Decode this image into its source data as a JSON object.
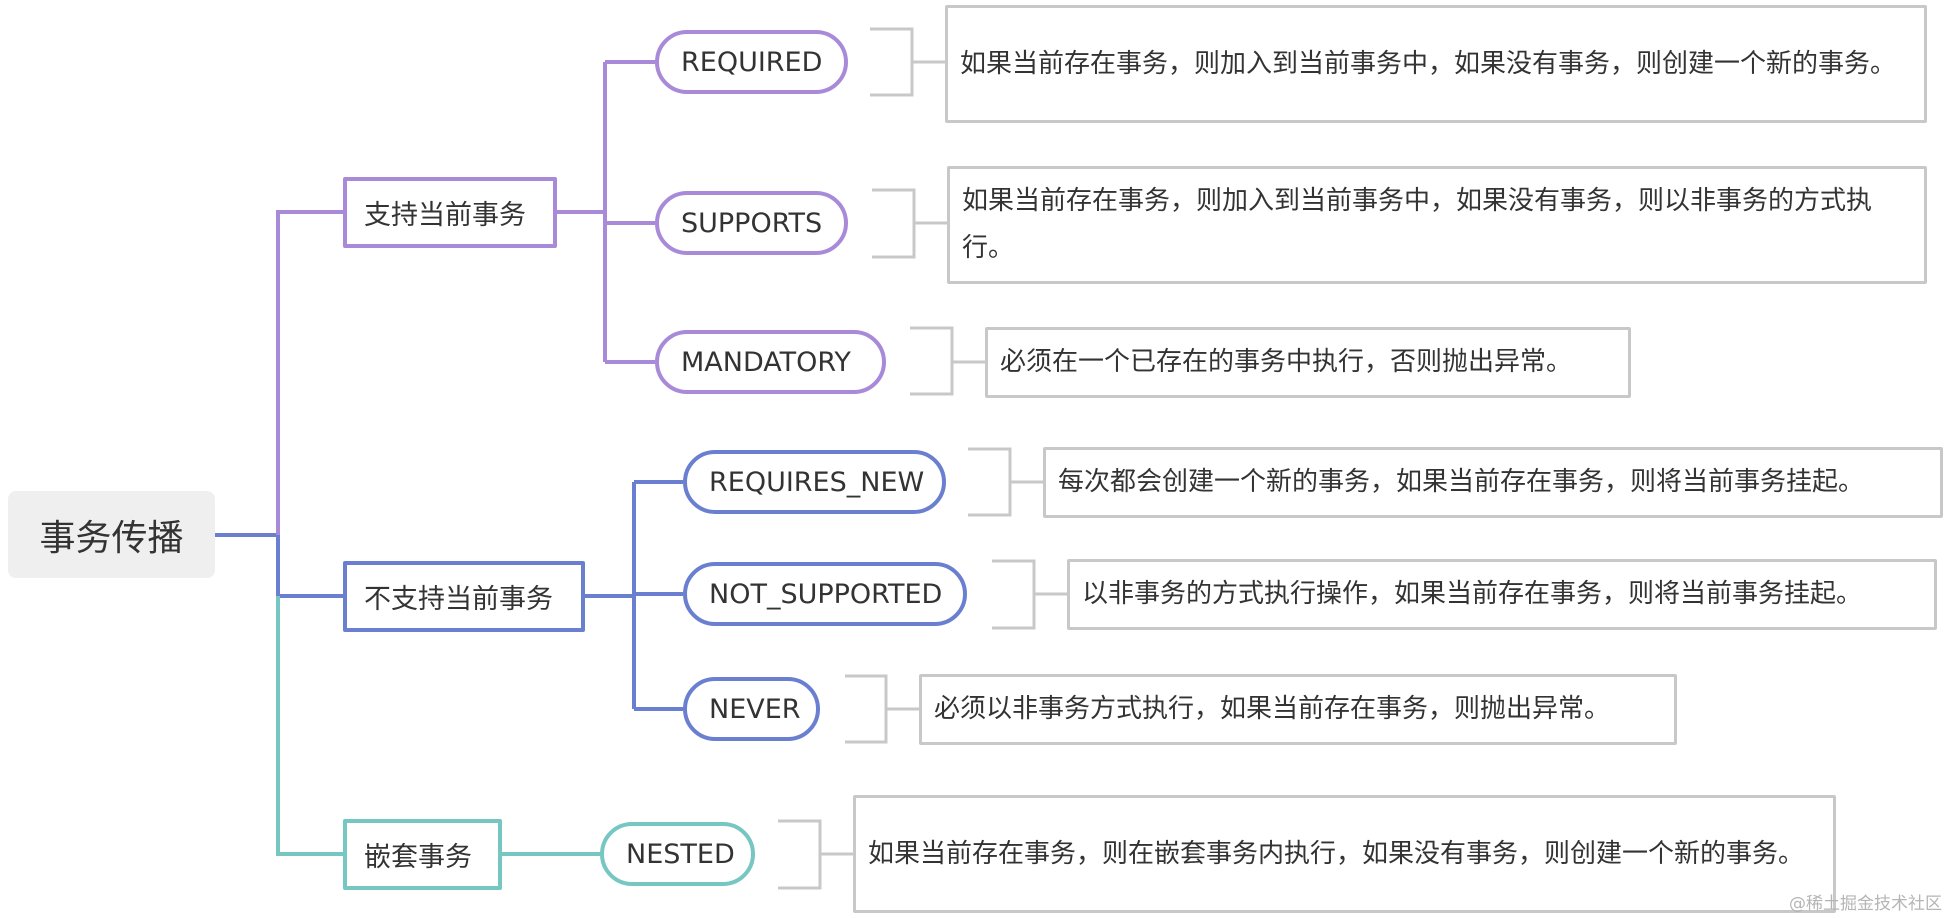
{
  "colors": {
    "purple": "#a88ad9",
    "blue": "#6b7fd1",
    "teal": "#76c7c2",
    "root_bg": "#efefef",
    "desc_border": "#c8c8c8"
  },
  "root": {
    "label": "事务传播"
  },
  "categories": [
    {
      "label": "支持当前事务"
    },
    {
      "label": "不支持当前事务"
    },
    {
      "label": "嵌套事务"
    }
  ],
  "propagations": [
    {
      "name": "REQUIRED",
      "description": "如果当前存在事务，则加入到当前事务中，如果没有事务，则创建一个新的事务。"
    },
    {
      "name": "SUPPORTS",
      "description": "如果当前存在事务，则加入到当前事务中，如果没有事务，则以非事务的方式执行。"
    },
    {
      "name": "MANDATORY",
      "description": "必须在一个已存在的事务中执行，否则抛出异常。"
    },
    {
      "name": "REQUIRES_NEW",
      "description": "每次都会创建一个新的事务，如果当前存在事务，则将当前事务挂起。"
    },
    {
      "name": "NOT_SUPPORTED",
      "description": "以非事务的方式执行操作，如果当前存在事务，则将当前事务挂起。"
    },
    {
      "name": "NEVER",
      "description": "必须以非事务方式执行，如果当前存在事务，则抛出异常。"
    },
    {
      "name": "NESTED",
      "description": "如果当前存在事务，则在嵌套事务内执行，如果没有事务，则创建一个新的事务。"
    }
  ],
  "watermark": "@稀土掘金技术社区"
}
